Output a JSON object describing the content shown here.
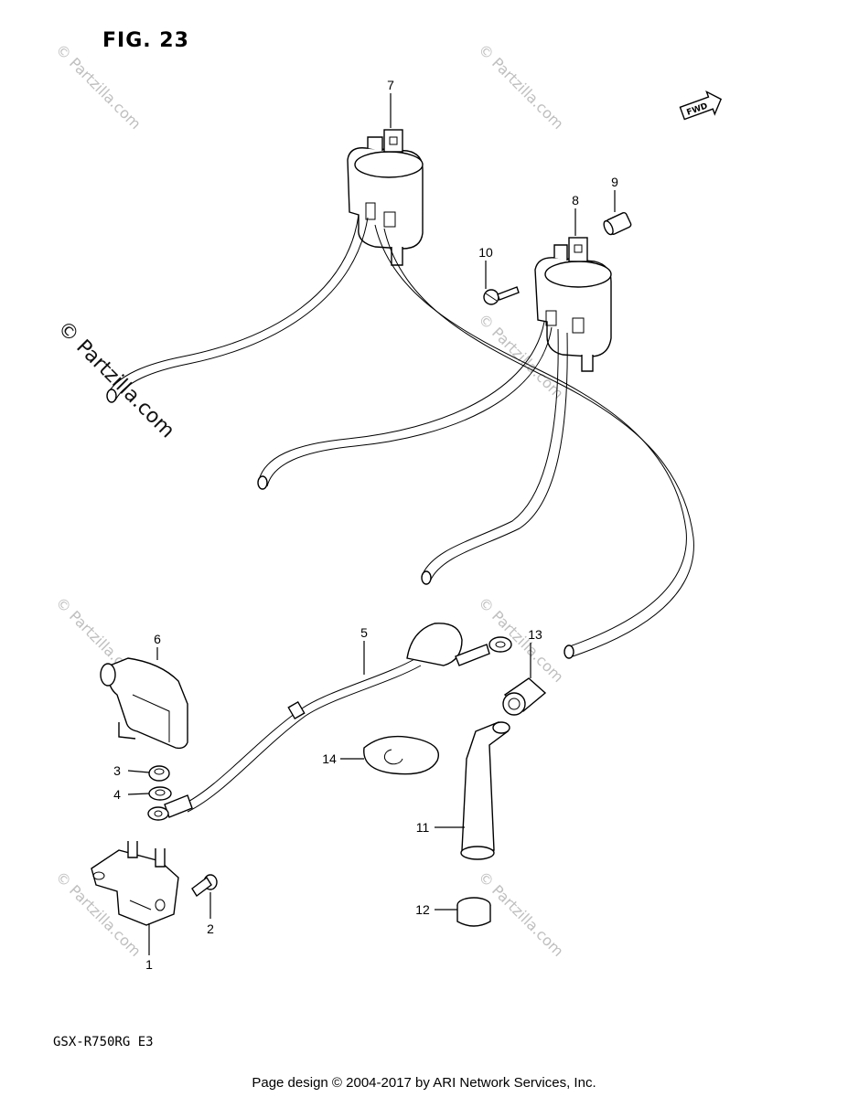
{
  "figure": {
    "title": "FIG. 23"
  },
  "model_code": "GSX-R750RG  E3",
  "footer": "Page design © 2004-2017 by ARI Network Services, Inc.",
  "fwd_label": "FWD",
  "watermark": "© Partzilla.com",
  "callouts": [
    "1",
    "2",
    "3",
    "4",
    "5",
    "6",
    "7",
    "8",
    "9",
    "10",
    "11",
    "12",
    "13",
    "14"
  ]
}
